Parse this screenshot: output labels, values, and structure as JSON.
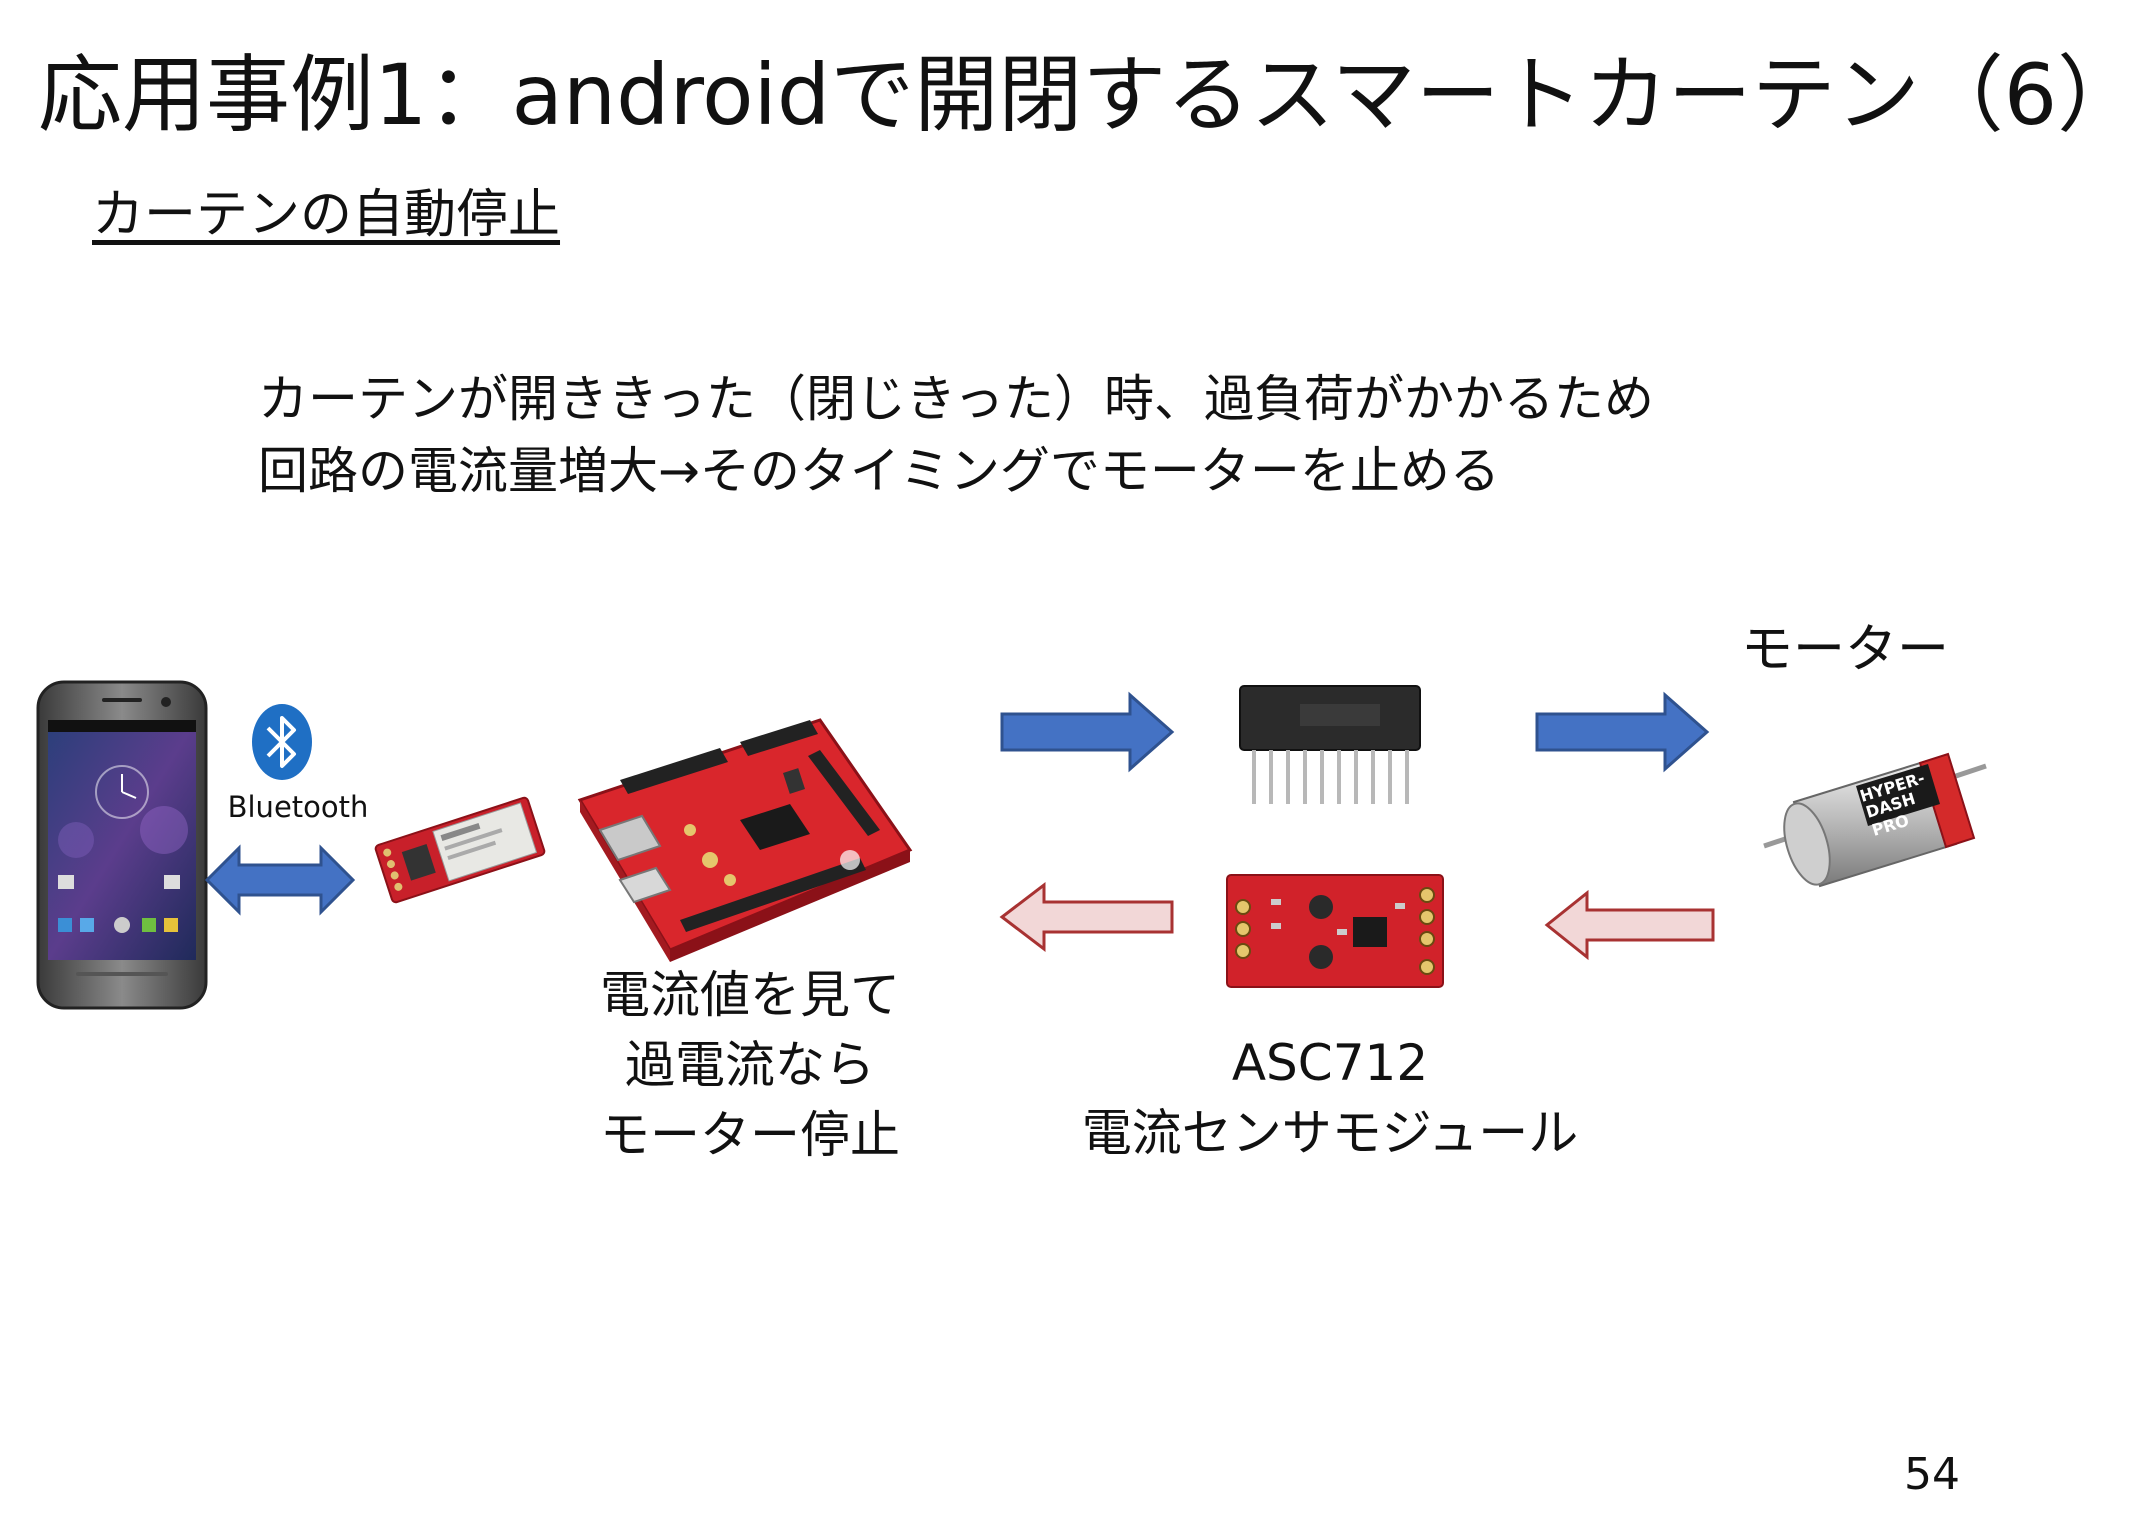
{
  "slide": {
    "title": "応用事例1：androidで開閉するスマートカーテン（6）",
    "subtitle": "カーテンの自動停止",
    "description": [
      "カーテンが開ききった（閉じきった）時、過負荷がかかるため",
      "回路の電流量増大→そのタイミングでモーターを止める"
    ],
    "page_number": "54"
  },
  "diagram": {
    "phone_label": "",
    "bluetooth_label": "Bluetooth",
    "motor_label": "モーター",
    "logic_caption": [
      "電流値を見て",
      "過電流なら",
      "モーター停止"
    ],
    "sensor_caption": [
      "ASC712",
      "電流センサモジュール"
    ],
    "motor_text": [
      "HYPER-",
      "DASH",
      "PRO"
    ],
    "forward_arrow_color": "#4472C4",
    "feedback_arrow_color": "#F2D7D7",
    "feedback_arrow_stroke": "#A83232",
    "bidirectional_arrow_color": "#4472C4"
  }
}
